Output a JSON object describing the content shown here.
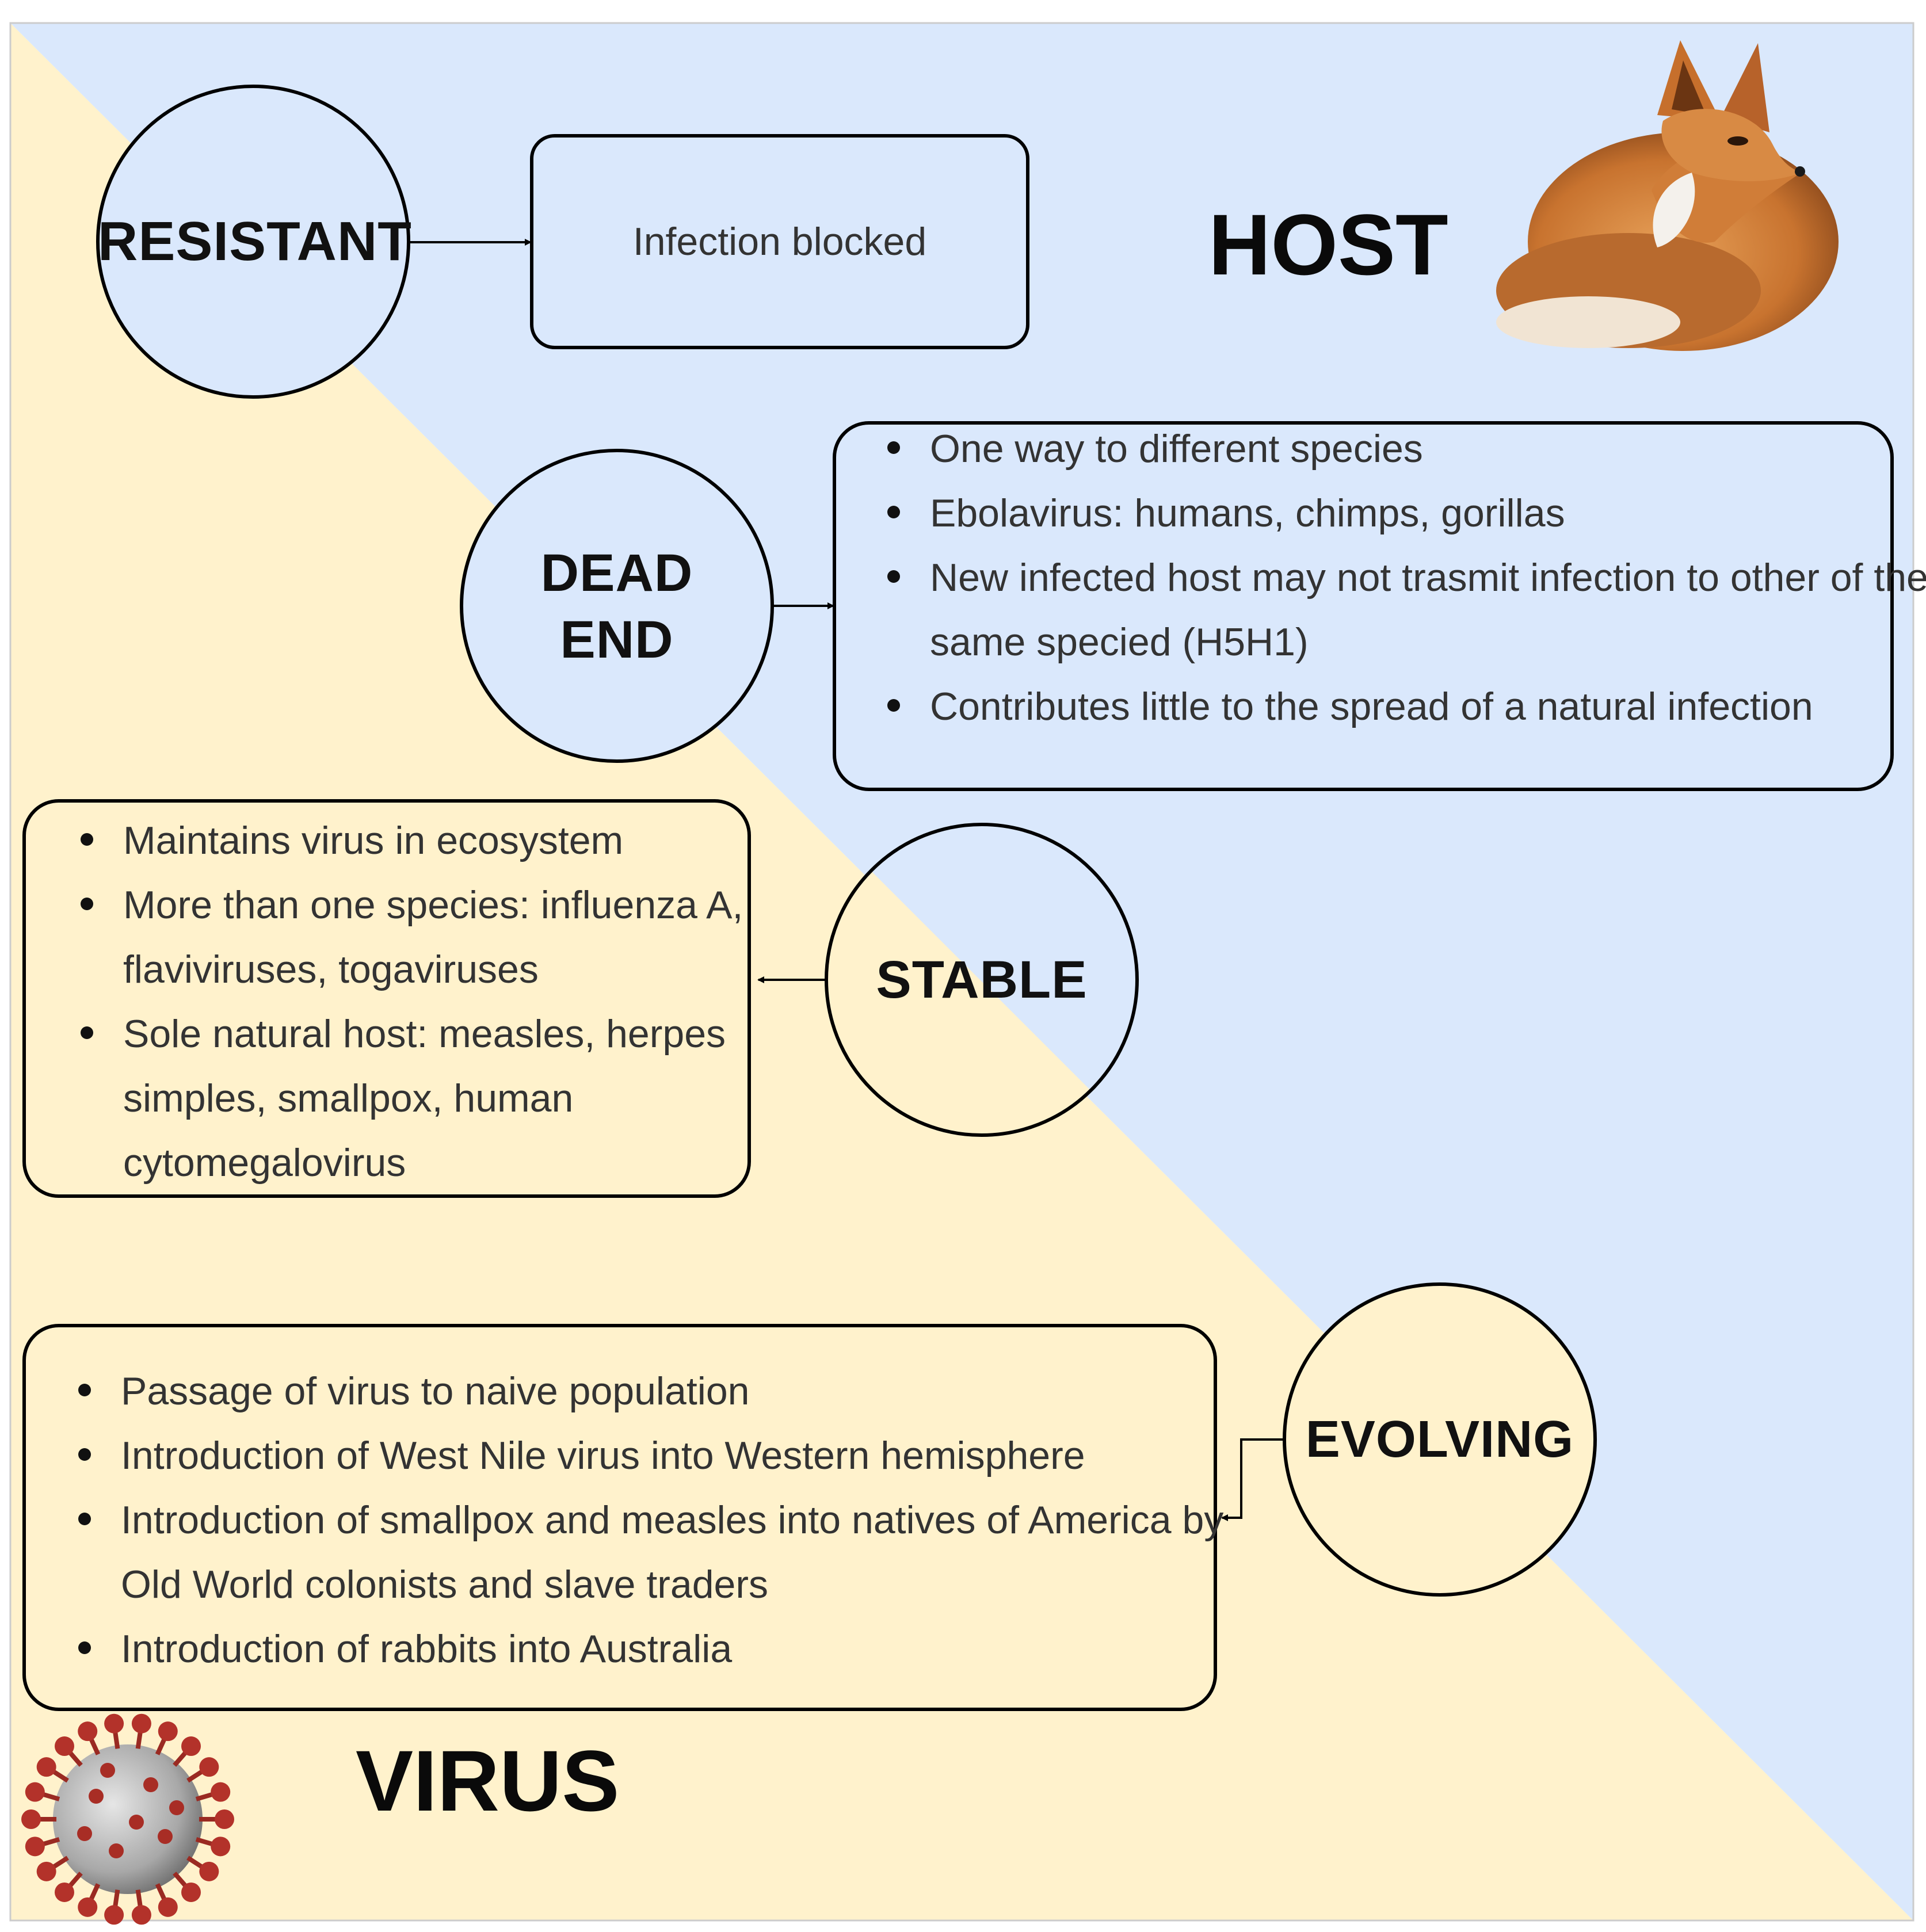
{
  "host_label": "HOST",
  "virus_label": "VIRUS",
  "colors": {
    "host_bg": "#dae8fc",
    "virus_bg": "#fff2cc",
    "stroke": "#000000"
  },
  "nodes": {
    "resistant": {
      "label": "RESISTANT",
      "result": "Infection blocked"
    },
    "dead_end": {
      "label": "DEAD END",
      "bullets": [
        "One way to different species",
        "Ebolavirus: humans, chimps, gorillas",
        "New infected host may not trasmit infection to other of the same specied (H5H1)",
        "Contributes little to the spread of a natural infection"
      ]
    },
    "stable": {
      "label": "STABLE",
      "bullets": [
        "Maintains virus in ecosystem",
        "More than one species: influenza A, flaviviruses, togaviruses",
        "Sole natural host: measles, herpes simples, smallpox, human cytomegalovirus"
      ]
    },
    "evolving": {
      "label": "EVOLVING",
      "bullets": [
        "Passage of virus to naive population",
        "Introduction of West Nile virus into Western hemisphere",
        "Introduction of smallpox and measles into natives of America by Old World colonists and slave traders",
        "Introduction of rabbits into Australia"
      ]
    }
  },
  "icons": {
    "host_image": "fox-icon",
    "virus_image": "coronavirus-icon"
  }
}
